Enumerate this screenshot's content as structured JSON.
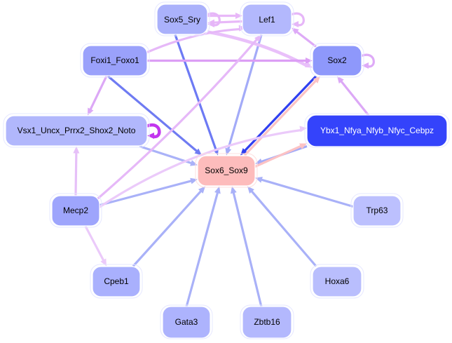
{
  "title": "Sox6_Sox9 regulatory network",
  "nodes": [
    {
      "id": "sox5_sry",
      "label": "Sox5_Sry",
      "fill": "#aab1fb",
      "text": "#000000"
    },
    {
      "id": "lef1",
      "label": "Lef1",
      "fill": "#b3b8fd",
      "text": "#000000"
    },
    {
      "id": "foxi1_foxo1",
      "label": "Foxi1_Foxo1",
      "fill": "#9aa1fb",
      "text": "#000000"
    },
    {
      "id": "sox2",
      "label": "Sox2",
      "fill": "#8e98fb",
      "text": "#000000"
    },
    {
      "id": "vsx1",
      "label": "Vsx1_Uncx_Prrx2_Shox2_Noto",
      "fill": "#b1b7fc",
      "text": "#000000"
    },
    {
      "id": "ybx1",
      "label": "Ybx1_Nfya_Nfyb_Nfyc_Cebpz",
      "fill": "#3443fb",
      "text": "#ffffff"
    },
    {
      "id": "sox6_sox9",
      "label": "Sox6_Sox9",
      "fill": "#fdbcbc",
      "text": "#000000"
    },
    {
      "id": "mecp2",
      "label": "Mecp2",
      "fill": "#9ea5fc",
      "text": "#000000"
    },
    {
      "id": "trp63",
      "label": "Trp63",
      "fill": "#bcc0fe",
      "text": "#000000"
    },
    {
      "id": "cpeb1",
      "label": "Cpeb1",
      "fill": "#a9b0fd",
      "text": "#000000"
    },
    {
      "id": "hoxa6",
      "label": "Hoxa6",
      "fill": "#b9befd",
      "text": "#000000"
    },
    {
      "id": "gata3",
      "label": "Gata3",
      "fill": "#adb3fd",
      "text": "#000000"
    },
    {
      "id": "zbtb16",
      "label": "Zbtb16",
      "fill": "#b3b8fd",
      "text": "#000000"
    }
  ],
  "edges": [
    {
      "from": "sox5_sry",
      "to": "sox6_sox9",
      "color": "#6d7af4",
      "weight": "medium"
    },
    {
      "from": "lef1",
      "to": "sox6_sox9",
      "color": "#a3abf8",
      "weight": "medium"
    },
    {
      "from": "foxi1_foxo1",
      "to": "sox6_sox9",
      "color": "#6f7bf2",
      "weight": "medium"
    },
    {
      "from": "vsx1",
      "to": "sox6_sox9",
      "color": "#aab2f8",
      "weight": "medium"
    },
    {
      "from": "sox2",
      "to": "sox6_sox9",
      "color": "#2f3ff0",
      "weight": "medium"
    },
    {
      "from": "ybx1",
      "to": "sox6_sox9",
      "color": "#a3abf8",
      "weight": "medium"
    },
    {
      "from": "mecp2",
      "to": "sox6_sox9",
      "color": "#a9b1f8",
      "weight": "medium"
    },
    {
      "from": "trp63",
      "to": "sox6_sox9",
      "color": "#a9b1f8",
      "weight": "medium"
    },
    {
      "from": "cpeb1",
      "to": "sox6_sox9",
      "color": "#a9b1f8",
      "weight": "medium"
    },
    {
      "from": "hoxa6",
      "to": "sox6_sox9",
      "color": "#a9b1f8",
      "weight": "medium"
    },
    {
      "from": "gata3",
      "to": "sox6_sox9",
      "color": "#a9b1f8",
      "weight": "medium"
    },
    {
      "from": "zbtb16",
      "to": "sox6_sox9",
      "color": "#a9b1f8",
      "weight": "medium"
    },
    {
      "from": "sox6_sox9",
      "to": "sox2",
      "color": "#fcc2c4",
      "weight": "medium"
    },
    {
      "from": "sox6_sox9",
      "to": "ybx1",
      "color": "#fcc2c4",
      "weight": "medium"
    },
    {
      "from": "sox5_sry",
      "to": "lef1",
      "color": "#e8b8f8",
      "weight": "medium"
    },
    {
      "from": "lef1",
      "to": "sox5_sry",
      "color": "#e8b8f8",
      "weight": "medium"
    },
    {
      "from": "sox5_sry",
      "to": "sox5_sry",
      "color": "#e6b6f8",
      "weight": "medium"
    },
    {
      "from": "lef1",
      "to": "lef1",
      "color": "#e6b6f8",
      "weight": "medium"
    },
    {
      "from": "sox2",
      "to": "sox2",
      "color": "#deaaf7",
      "weight": "medium"
    },
    {
      "from": "vsx1",
      "to": "vsx1",
      "color": "#c236ee",
      "weight": "thick"
    },
    {
      "from": "sox5_sry",
      "to": "sox2",
      "color": "#e9c0fa",
      "weight": "thick"
    },
    {
      "from": "sox2",
      "to": "lef1",
      "color": "#deaaf7",
      "weight": "medium"
    },
    {
      "from": "foxi1_foxo1",
      "to": "sox2",
      "color": "#dc9ef5",
      "weight": "medium"
    },
    {
      "from": "foxi1_foxo1",
      "to": "lef1",
      "color": "#e6b8f8",
      "weight": "medium"
    },
    {
      "from": "foxi1_foxo1",
      "to": "vsx1",
      "color": "#dca8f6",
      "weight": "medium"
    },
    {
      "from": "ybx1",
      "to": "sox2",
      "color": "#dca8f6",
      "weight": "medium"
    },
    {
      "from": "mecp2",
      "to": "vsx1",
      "color": "#e6c0f8",
      "weight": "medium"
    },
    {
      "from": "mecp2",
      "to": "lef1",
      "color": "#e6b8f8",
      "weight": "medium"
    },
    {
      "from": "mecp2",
      "to": "ybx1",
      "color": "#ebcafa",
      "weight": "medium"
    },
    {
      "from": "mecp2",
      "to": "cpeb1",
      "color": "#ebcafa",
      "weight": "medium"
    }
  ]
}
